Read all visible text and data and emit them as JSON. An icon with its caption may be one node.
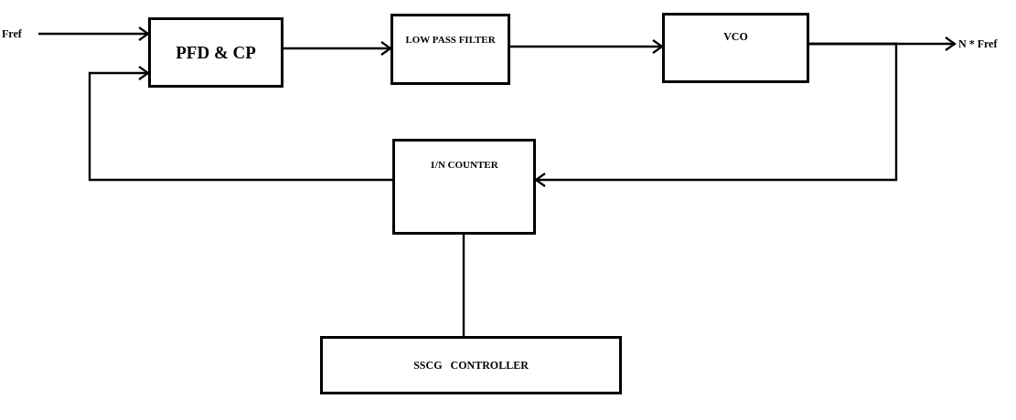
{
  "diagram": {
    "nodes": [
      {
        "text": [
          "Fref"
        ]
      },
      {
        "text": [
          "PFD & CP"
        ]
      },
      {
        "text": [
          "LOW PASS FILTER"
        ]
      },
      {
        "text": [
          "VCO"
        ]
      },
      {
        "text": [
          "N * Fref"
        ]
      },
      {
        "text": [
          "1/N COUNTER"
        ]
      },
      {
        "text": [
          "SSCG   CONTROLLER"
        ]
      }
    ],
    "edges": [
      {
        "from": 0,
        "to": 1,
        "arrow": "to"
      },
      {
        "from": 1,
        "to": 2,
        "arrow": "to"
      },
      {
        "from": 2,
        "to": 3,
        "arrow": "to"
      },
      {
        "from": 3,
        "to": 4,
        "arrow": "to"
      },
      {
        "from": 3,
        "to": 5,
        "arrow": "to"
      },
      {
        "from": 5,
        "to": 1,
        "arrow": "to"
      },
      {
        "from": 5,
        "to": 6,
        "arrow": "none"
      }
    ]
  }
}
